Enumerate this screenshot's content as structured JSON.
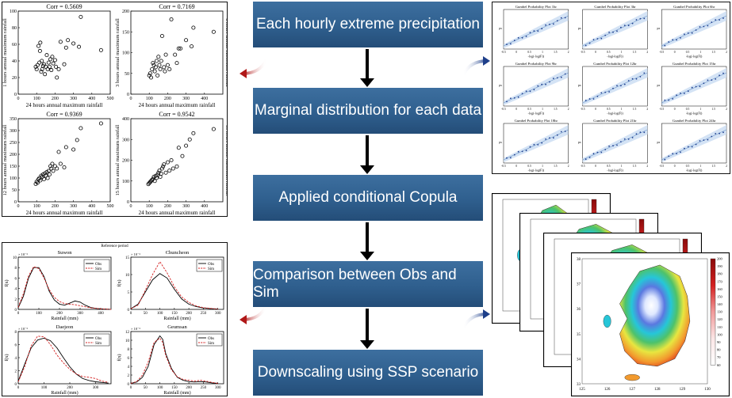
{
  "flow": {
    "steps": [
      "Each hourly extreme precipitation",
      "Marginal distribution for each data",
      "Applied conditional Copula",
      "Comparison between Obs and Sim",
      "Downscaling using SSP scenario"
    ]
  },
  "scatter_panel": {
    "plots": [
      {
        "title": "Corr = 0.5609",
        "xlabel": "24 hours annual maximum rainfall",
        "ylabel_left": "1 hours annual maximum rainfall"
      },
      {
        "title": "Corr = 0.7169",
        "xlabel": "24 hours annual maximum rainfall",
        "ylabel_left": "3 hours annual maximum rainfall",
        "ylabel_right": "6 hours annual maximum rainfall"
      },
      {
        "title": "Corr = 0.9369",
        "xlabel": "24 hours annual maximum rainfall",
        "ylabel_left": "12 hours annual maximum rainfall"
      },
      {
        "title": "Corr = 0.9542",
        "xlabel": "24 hours annual maximum rainfall",
        "ylabel_left": "15 hours annual maximum rainfall",
        "ylabel_right": "18 hours annual maximum rainfall"
      }
    ]
  },
  "gumbel_panel": {
    "titles": [
      "Gumbel Probability Plot 1hr",
      "Gumbel Probability Plot 3hr",
      "Gumbel Probability Plot 6hr",
      "Gumbel Probability Plot 9hr",
      "Gumbel Probability Plot 12hr",
      "Gumbel Probability Plot 15hr",
      "Gumbel Probability Plot 18hr",
      "Gumbel Probability Plot 21hr",
      "Gumbel Probability Plot 24hr"
    ],
    "xlabel": "-log(-log(F))",
    "ylabel": "px"
  },
  "density_panel": {
    "header": "Reference period",
    "ylabel": "f(x)",
    "xlabel": "Rainfall (mm)",
    "exponent": "× 10⁻³",
    "legend": {
      "obs": "Obs",
      "sim": "Sim"
    },
    "plots": [
      {
        "title": "Suwon"
      },
      {
        "title": "Chuncheon"
      },
      {
        "title": "Daejeon"
      },
      {
        "title": "Geumsan"
      }
    ]
  },
  "map_panel": {
    "colorbar_ticks": [
      "200",
      "190",
      "180",
      "170",
      "160",
      "150",
      "140",
      "130",
      "120",
      "110",
      "100",
      "90",
      "80",
      "70",
      "60"
    ],
    "lon_ticks": [
      "125",
      "126",
      "127",
      "128",
      "129",
      "130"
    ],
    "lat_ticks": [
      "38",
      "37",
      "36",
      "35",
      "34",
      "33"
    ]
  },
  "colors": {
    "step_box": "#2f5f8e",
    "arrow_red": "#b01818",
    "arrow_blue": "#1e3f8a"
  },
  "chart_data": [
    {
      "type": "scatter",
      "title": "Corr = 0.5609",
      "xlabel": "24 hours annual maximum rainfall",
      "ylabel": "1 hours annual maximum rainfall",
      "xlim": [
        0,
        500
      ],
      "ylim": [
        0,
        100
      ],
      "xticks": [
        0,
        100,
        200,
        300,
        400,
        500
      ],
      "yticks": [
        0,
        20,
        40,
        60,
        80,
        100
      ],
      "series": [
        {
          "x": [
            95,
            100,
            105,
            110,
            115,
            118,
            120,
            125,
            128,
            130,
            135,
            140,
            145,
            150,
            155,
            160,
            165,
            170,
            175,
            180,
            185,
            190,
            200,
            205,
            210,
            220,
            230,
            250,
            260,
            270,
            300,
            330,
            340,
            450
          ],
          "y": [
            33,
            30,
            35,
            58,
            38,
            52,
            62,
            27,
            40,
            30,
            34,
            36,
            24,
            33,
            47,
            30,
            38,
            33,
            42,
            29,
            45,
            37,
            41,
            33,
            20,
            30,
            63,
            36,
            56,
            65,
            61,
            57,
            93,
            53
          ]
        }
      ]
    },
    {
      "type": "scatter",
      "title": "Corr = 0.7169",
      "xlabel": "24 hours annual maximum rainfall",
      "ylabel": "3 hours annual maximum rainfall",
      "xlim": [
        0,
        500
      ],
      "ylim": [
        0,
        200
      ],
      "xticks": [
        0,
        100,
        200,
        300,
        400
      ],
      "yticks": [
        0,
        50,
        100,
        150,
        200
      ],
      "series": [
        {
          "x": [
            100,
            105,
            110,
            115,
            120,
            125,
            130,
            135,
            140,
            145,
            150,
            155,
            160,
            165,
            170,
            180,
            185,
            190,
            200,
            210,
            220,
            240,
            250,
            260,
            270,
            300,
            330,
            340,
            450
          ],
          "y": [
            45,
            50,
            40,
            60,
            75,
            70,
            55,
            65,
            80,
            45,
            90,
            70,
            60,
            80,
            140,
            65,
            55,
            95,
            70,
            60,
            180,
            95,
            75,
            110,
            110,
            130,
            115,
            160,
            150
          ]
        }
      ]
    },
    {
      "type": "scatter",
      "title": "Corr = 0.9369",
      "xlabel": "24 hours annual maximum rainfall",
      "ylabel": "12 hours annual maximum rainfall",
      "xlim": [
        0,
        500
      ],
      "ylim": [
        0,
        350
      ],
      "xticks": [
        0,
        100,
        200,
        300,
        400,
        500
      ],
      "yticks": [
        0,
        50,
        100,
        150,
        200,
        250,
        300,
        350
      ],
      "series": [
        {
          "x": [
            95,
            100,
            105,
            110,
            115,
            120,
            125,
            130,
            135,
            140,
            145,
            150,
            155,
            160,
            165,
            170,
            175,
            180,
            185,
            190,
            200,
            210,
            220,
            230,
            250,
            260,
            300,
            320,
            340,
            450
          ],
          "y": [
            75,
            85,
            80,
            95,
            100,
            90,
            110,
            105,
            115,
            95,
            120,
            110,
            125,
            100,
            130,
            115,
            150,
            140,
            160,
            130,
            150,
            140,
            210,
            160,
            145,
            230,
            220,
            260,
            310,
            330
          ]
        }
      ]
    },
    {
      "type": "scatter",
      "title": "Corr = 0.9542",
      "xlabel": "24 hours annual maximum rainfall",
      "ylabel": "15 hours annual maximum rainfall",
      "xlim": [
        0,
        500
      ],
      "ylim": [
        0,
        400
      ],
      "xticks": [
        0,
        100,
        200,
        300,
        400
      ],
      "yticks": [
        0,
        100,
        200,
        300,
        400
      ],
      "series": [
        {
          "x": [
            95,
            100,
            105,
            110,
            115,
            120,
            125,
            130,
            135,
            140,
            145,
            150,
            155,
            160,
            165,
            170,
            175,
            180,
            190,
            200,
            210,
            220,
            230,
            250,
            260,
            280,
            300,
            320,
            340,
            450
          ],
          "y": [
            85,
            90,
            95,
            100,
            105,
            110,
            120,
            100,
            125,
            115,
            130,
            140,
            150,
            120,
            135,
            160,
            170,
            180,
            140,
            190,
            150,
            200,
            160,
            170,
            260,
            220,
            270,
            300,
            330,
            350
          ]
        }
      ]
    },
    {
      "type": "line",
      "title": "Suwon",
      "xlabel": "Rainfall (mm)",
      "ylabel": "f(x)",
      "xlim": [
        0,
        450
      ],
      "ylim": [
        0,
        10
      ],
      "xticks": [
        0,
        100,
        200,
        300,
        400
      ],
      "yticks": [
        0,
        2,
        4,
        6,
        8,
        10
      ],
      "x": [
        0,
        25,
        50,
        75,
        100,
        125,
        150,
        175,
        200,
        225,
        250,
        275,
        300,
        325,
        350,
        375,
        400,
        450
      ],
      "series": [
        {
          "name": "Obs",
          "values": [
            0.3,
            2.5,
            6.0,
            8.0,
            8.0,
            6.3,
            3.5,
            1.8,
            1.0,
            0.8,
            1.2,
            1.6,
            1.4,
            0.8,
            0.4,
            0.2,
            0.1,
            0
          ]
        },
        {
          "name": "Sim",
          "values": [
            0.4,
            3.0,
            6.4,
            8.2,
            7.8,
            6.0,
            3.8,
            2.3,
            1.5,
            1.1,
            1.0,
            0.9,
            0.7,
            0.5,
            0.3,
            0.2,
            0.1,
            0
          ]
        }
      ]
    },
    {
      "type": "line",
      "title": "Chuncheon",
      "xlabel": "Rainfall (mm)",
      "ylabel": "f(x)",
      "xlim": [
        0,
        320
      ],
      "ylim": [
        0,
        15
      ],
      "xticks": [
        0,
        50,
        100,
        150,
        200,
        250,
        300
      ],
      "yticks": [
        0,
        5,
        10,
        15
      ],
      "x": [
        0,
        25,
        50,
        75,
        100,
        125,
        150,
        175,
        200,
        225,
        250,
        275,
        300
      ],
      "series": [
        {
          "name": "Obs",
          "values": [
            0.2,
            1.5,
            5.0,
            8.5,
            10.3,
            9.0,
            5.8,
            3.0,
            1.5,
            0.8,
            0.4,
            0.2,
            0.1
          ]
        },
        {
          "name": "Sim",
          "values": [
            0.2,
            1.2,
            5.5,
            10.0,
            13.7,
            10.5,
            6.5,
            3.6,
            2.0,
            1.0,
            0.5,
            0.3,
            0.1
          ]
        }
      ]
    },
    {
      "type": "line",
      "title": "Daejeon",
      "xlabel": "Rainfall (mm)",
      "ylabel": "f(x)",
      "xlim": [
        0,
        360
      ],
      "ylim": [
        0,
        8
      ],
      "xticks": [
        0,
        100,
        200,
        300
      ],
      "yticks": [
        0,
        2,
        4,
        6,
        8
      ],
      "x": [
        0,
        25,
        50,
        75,
        100,
        125,
        150,
        175,
        200,
        225,
        250,
        275,
        300,
        325,
        350
      ],
      "series": [
        {
          "name": "Obs",
          "values": [
            0.4,
            3.0,
            5.5,
            6.7,
            7.0,
            6.6,
            5.5,
            4.0,
            2.6,
            1.5,
            0.8,
            0.5,
            0.3,
            0.2,
            0.1
          ]
        },
        {
          "name": "Sim",
          "values": [
            0.3,
            2.6,
            5.8,
            7.3,
            7.2,
            6.0,
            4.4,
            3.2,
            2.2,
            1.5,
            1.1,
            1.0,
            0.8,
            0.4,
            0.2
          ]
        }
      ]
    },
    {
      "type": "line",
      "title": "Geumsan",
      "xlabel": "Rainfall (mm)",
      "ylabel": "f(x)",
      "xlim": [
        0,
        320
      ],
      "ylim": [
        0,
        12
      ],
      "xticks": [
        0,
        50,
        100,
        150,
        200,
        250,
        300
      ],
      "yticks": [
        0,
        2,
        4,
        6,
        8,
        10,
        12
      ],
      "x": [
        0,
        20,
        40,
        60,
        80,
        100,
        110,
        120,
        140,
        160,
        180,
        200,
        220,
        240,
        260,
        280,
        300
      ],
      "series": [
        {
          "name": "Obs",
          "values": [
            0.1,
            0.4,
            1.5,
            4.0,
            9.0,
            11.0,
            10.2,
            7.0,
            3.5,
            1.5,
            0.8,
            0.5,
            0.4,
            0.5,
            0.4,
            0.2,
            0.1
          ]
        },
        {
          "name": "Sim",
          "values": [
            0.1,
            0.5,
            2.0,
            5.0,
            9.5,
            10.5,
            9.5,
            6.5,
            3.2,
            1.6,
            1.0,
            0.8,
            0.6,
            0.8,
            0.6,
            0.3,
            0.1
          ]
        }
      ]
    }
  ]
}
